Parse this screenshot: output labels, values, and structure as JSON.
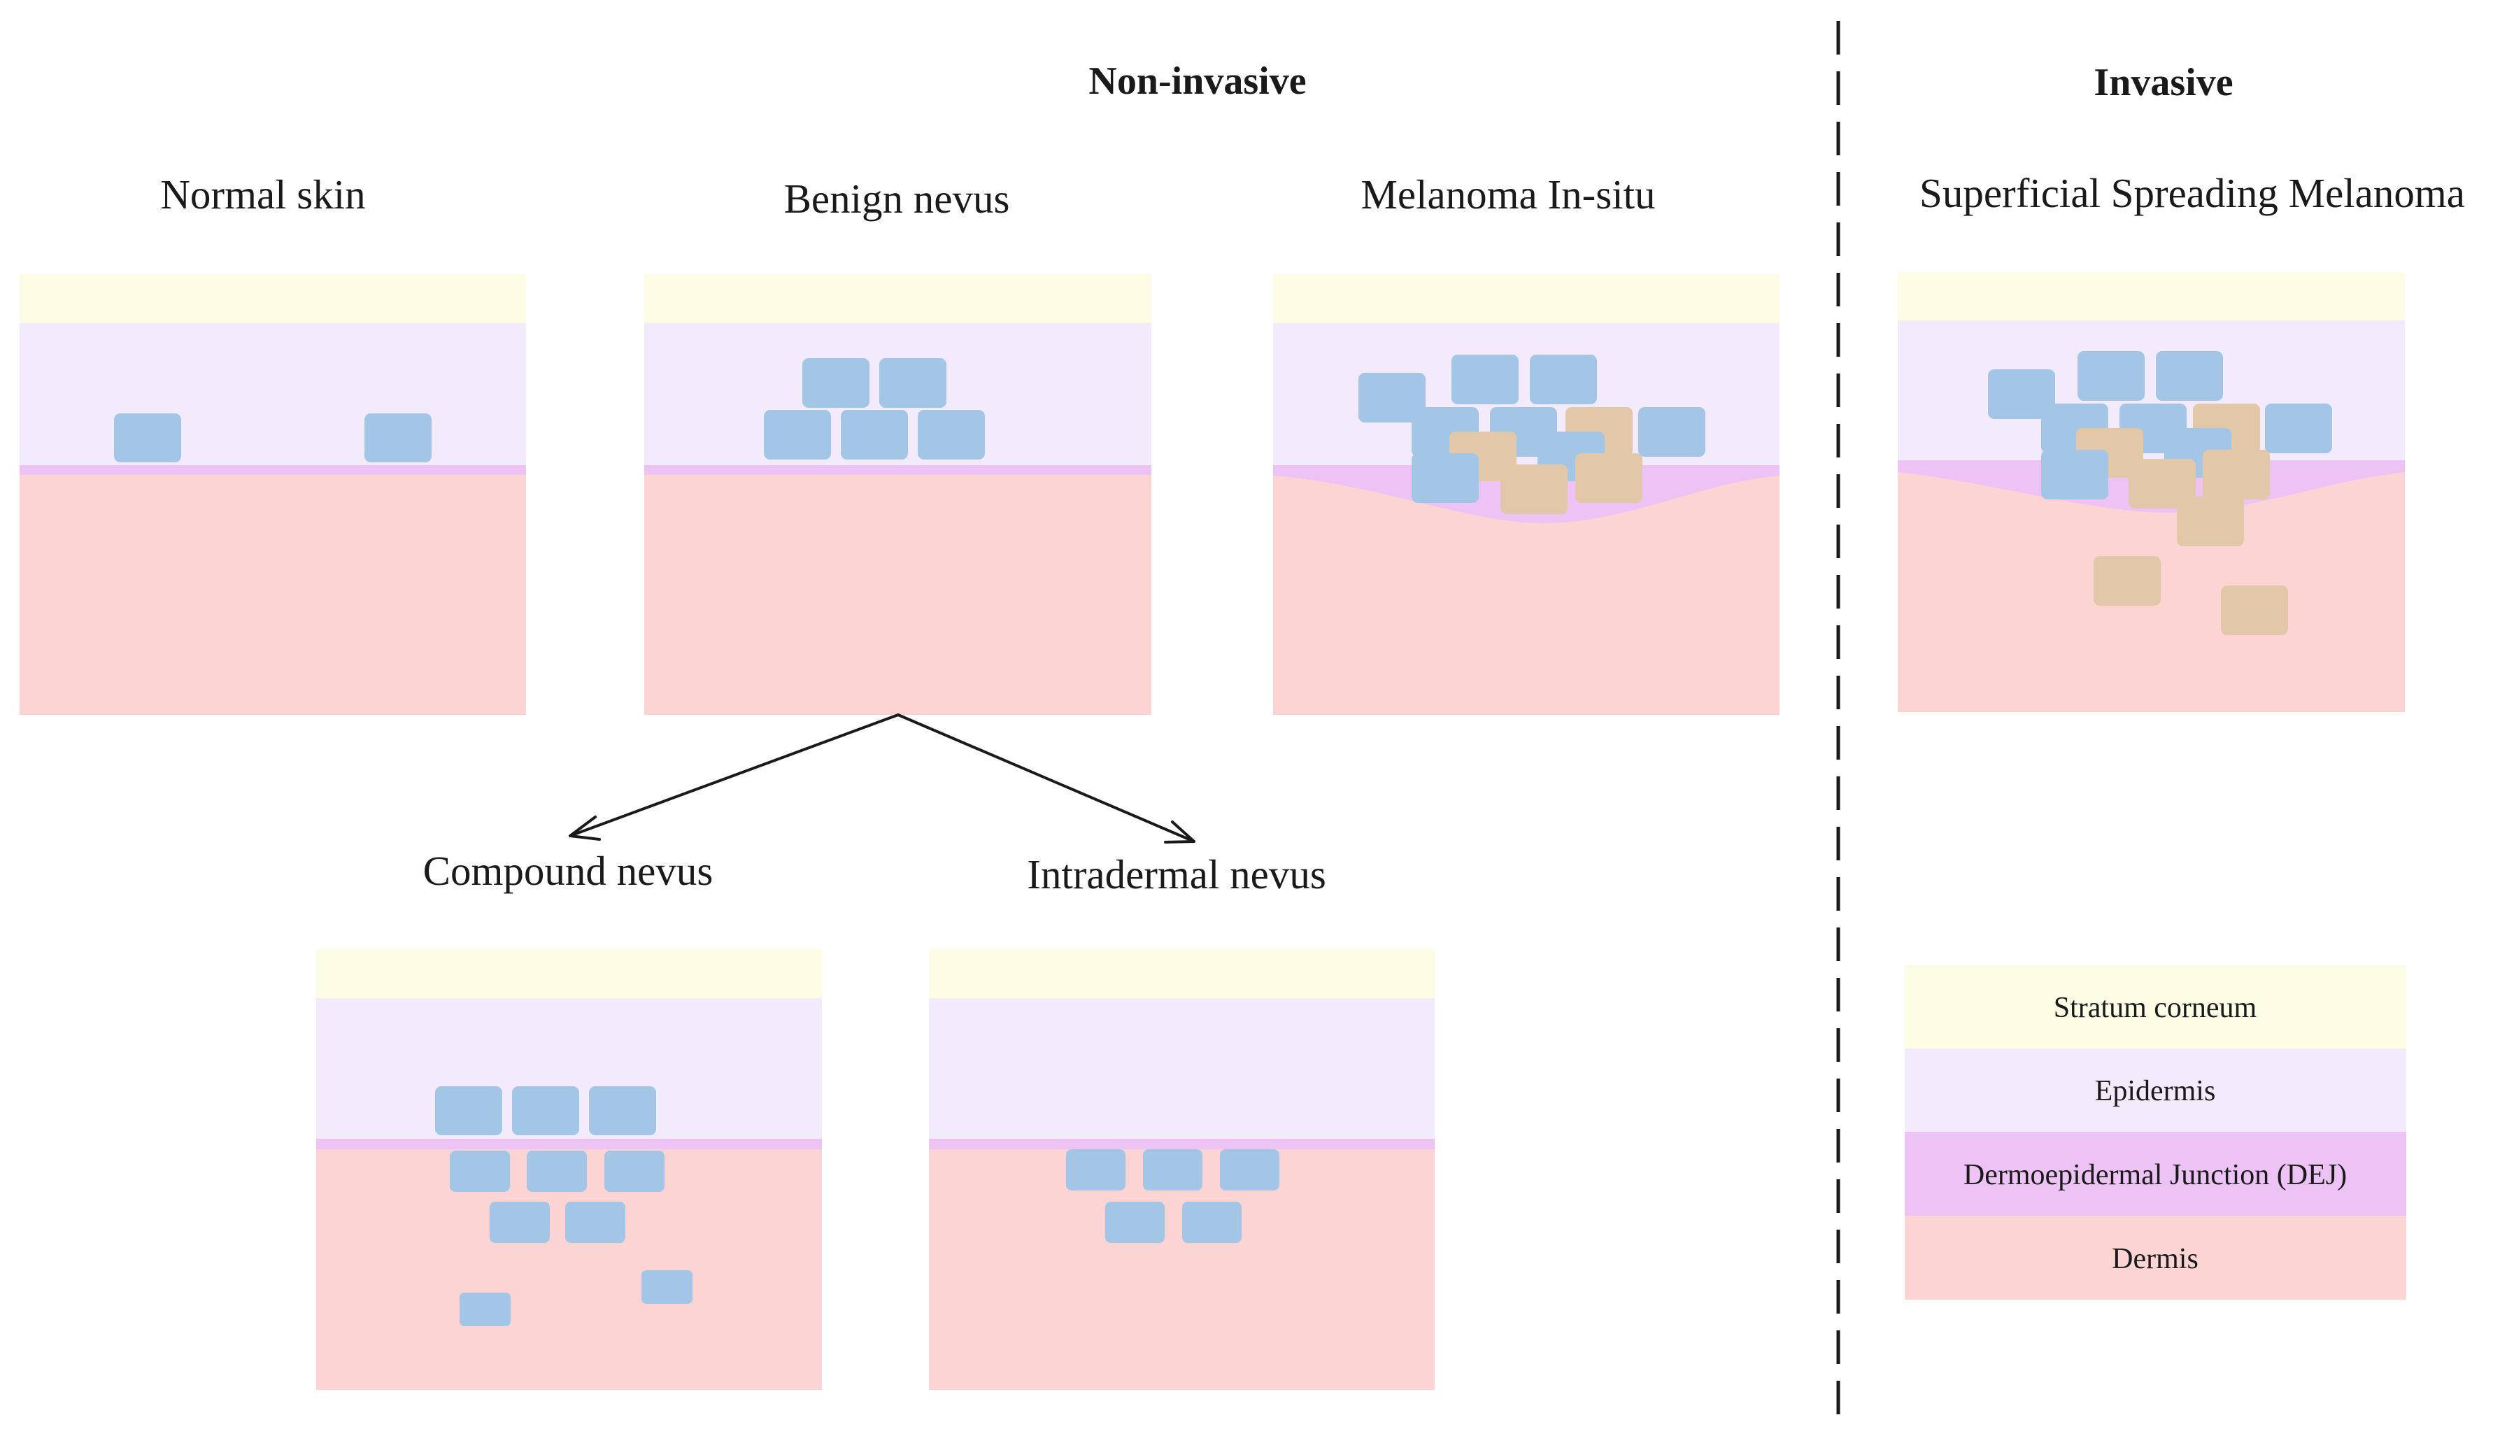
{
  "sections": {
    "non_invasive": "Non-invasive",
    "invasive": "Invasive"
  },
  "panels": {
    "normal_skin": "Normal skin",
    "benign_nevus": "Benign nevus",
    "melanoma_in_situ": "Melanoma In-situ",
    "superficial_spreading": "Superficial Spreading Melanoma",
    "compound_nevus": "Compound nevus",
    "intradermal_nevus": "Intradermal nevus"
  },
  "legend": [
    {
      "label": "Stratum corneum",
      "color": "#fdfde6"
    },
    {
      "label": "Epidermis",
      "color": "#f3ebfb"
    },
    {
      "label": "Dermoepidermal Junction (DEJ)",
      "color": "#ecc3f4"
    },
    {
      "label": "Dermis",
      "color": "#fdd4d4"
    }
  ],
  "colors": {
    "stratum_corneum": "#fdfde6",
    "epidermis": "#f3ebfb",
    "dej": "#ecc3f4",
    "dermis": "#fdd4d4",
    "nevus_cell": "#a4c6e6",
    "melanoma_cell": "#e2c7a9",
    "divider": "#1a1a1a"
  }
}
